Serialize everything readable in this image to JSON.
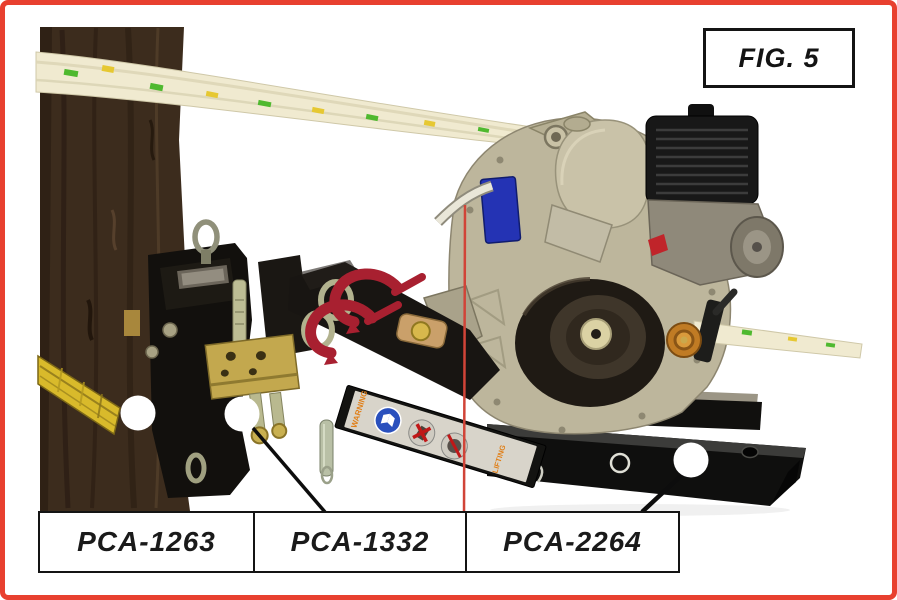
{
  "figure": {
    "label": "FIG. 5"
  },
  "callouts": [
    {
      "part": "PCA-1263"
    },
    {
      "part": "PCA-1332"
    },
    {
      "part": "PCA-2264"
    }
  ],
  "warning_sticker": {
    "warning": "WARNING",
    "lifting": "LIFTING"
  },
  "colors": {
    "frame_red": "#e8402f",
    "box_border_black": "#141414",
    "rope_cream": "#f0ead0",
    "rope_fleck_green": "#4fb92f",
    "rope_fleck_yellow": "#e6c832",
    "strap_yellow": "#d9ba2b",
    "tree_brown": "#3c2c1d",
    "machine_silver": "#bdb69c",
    "engine_black": "#1b1b1b",
    "hook_red": "#a82030",
    "plate_gold": "#c3a84e",
    "hitch_black": "#0f0f0e",
    "guide_rope_red": "#d14438",
    "sticker_orange": "#e07f18",
    "sticker_blue": "#2a50bd"
  }
}
